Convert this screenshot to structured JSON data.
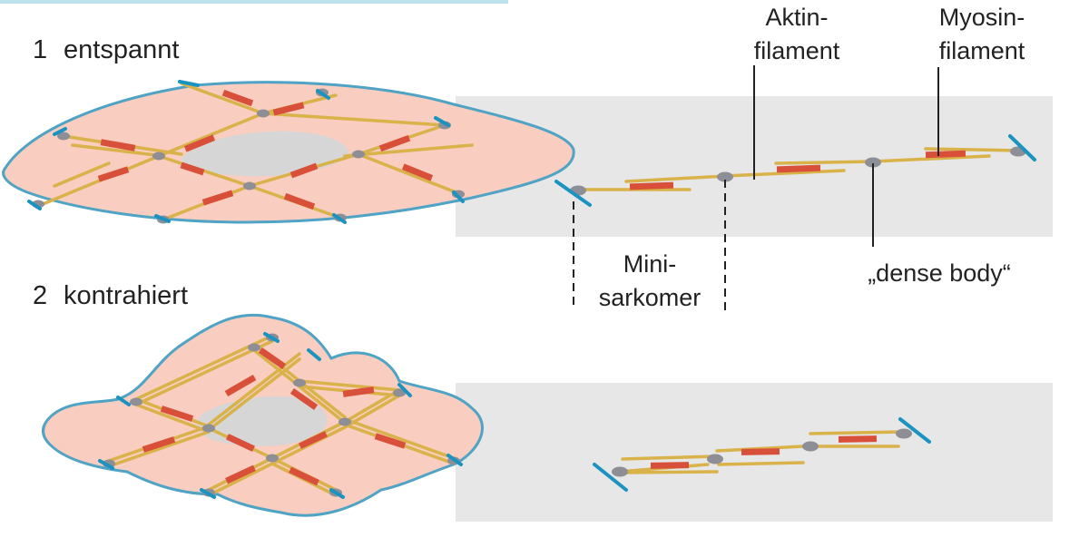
{
  "sections": [
    {
      "number": "1",
      "label": "entspannt"
    },
    {
      "number": "2",
      "label": "kontrahiert"
    }
  ],
  "labels": {
    "actin_line1": "Aktin-",
    "actin_line2": "filament",
    "myosin_line1": "Myosin-",
    "myosin_line2": "filament",
    "mini_line1": "Mini-",
    "mini_line2": "sarkomer",
    "dense_body": "„dense body“"
  },
  "colors": {
    "cell_fill": "#f9cdbf",
    "cell_outline": "#4fa3c4",
    "nucleus": "#d6d6d6",
    "panel": "#e7e7e7",
    "actin": "#d9b24a",
    "myosin": "#d9503a",
    "dense_body": "#8e8e96",
    "anchor": "#1b93c0"
  },
  "icons": [
    "dense-body-icon",
    "membrane-anchor-icon",
    "actin-filament-icon",
    "myosin-filament-icon"
  ]
}
